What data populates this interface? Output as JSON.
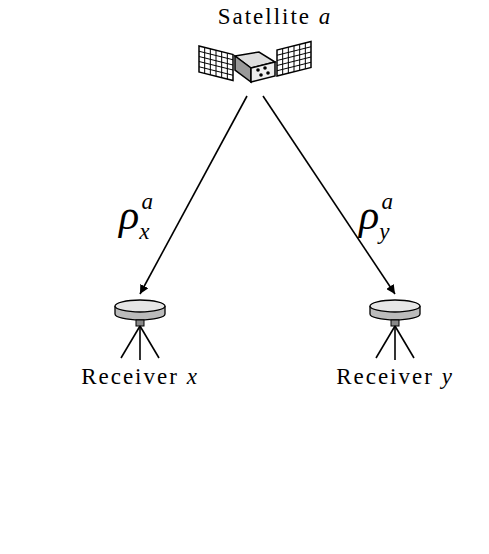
{
  "diagram": {
    "nodes": [
      {
        "text": [
          "Satellite a"
        ]
      },
      {
        "text": [
          "Receiver x"
        ]
      },
      {
        "text": [
          "Receiver y"
        ]
      }
    ],
    "edges": [
      {
        "from": 0,
        "to": 1,
        "arrow": "to",
        "label": "ρxa"
      },
      {
        "from": 0,
        "to": 2,
        "arrow": "to",
        "label": "ρya"
      }
    ]
  }
}
